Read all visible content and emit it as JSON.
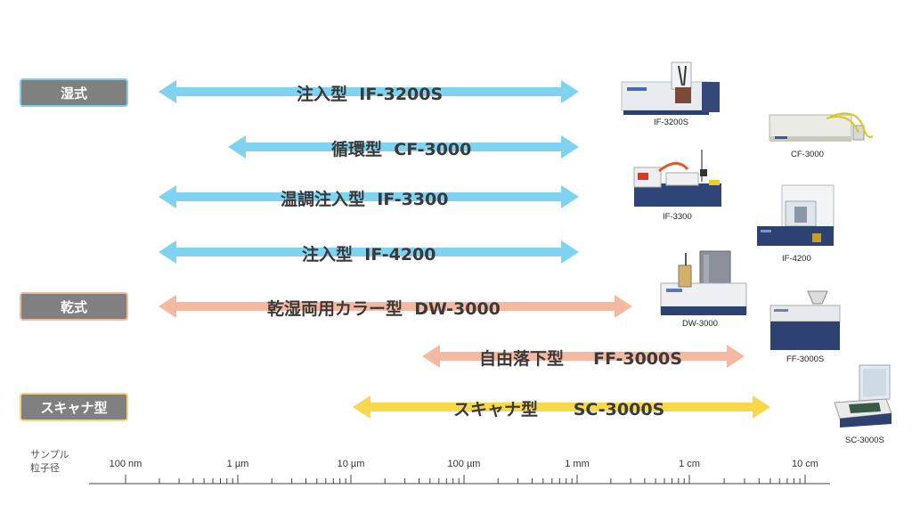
{
  "categories": {
    "wet": "湿式",
    "dry": "乾式",
    "scanner": "スキャナ型"
  },
  "colors": {
    "wet_arrow": "#7fd3f1",
    "dry_arrow": "#f4b9a0",
    "scanner_arrow": "#f6d84a",
    "category_box": "#808080"
  },
  "methods": [
    {
      "type": "注入型",
      "model": "IF-3200S"
    },
    {
      "type": "循環型",
      "model": "CF-3000"
    },
    {
      "type": "温調注入型",
      "model": "IF-3300"
    },
    {
      "type": "注入型",
      "model": "IF-4200"
    },
    {
      "type": "乾湿両用カラー型",
      "model": "DW-3000"
    },
    {
      "type": "自由落下型",
      "model": "FF-3000S"
    },
    {
      "type": "スキャナ型",
      "model": "SC-3000S"
    }
  ],
  "devices": [
    "IF-3200S",
    "CF-3000",
    "IF-3300",
    "IF-4200",
    "DW-3000",
    "FF-3000S",
    "SC-3000S"
  ],
  "axis": {
    "title_line1": "サンプル",
    "title_line2": "粒子径",
    "ticks": [
      "100 nm",
      "1 µm",
      "10 µm",
      "100 µm",
      "1 mm",
      "1 cm",
      "10 cm"
    ]
  }
}
